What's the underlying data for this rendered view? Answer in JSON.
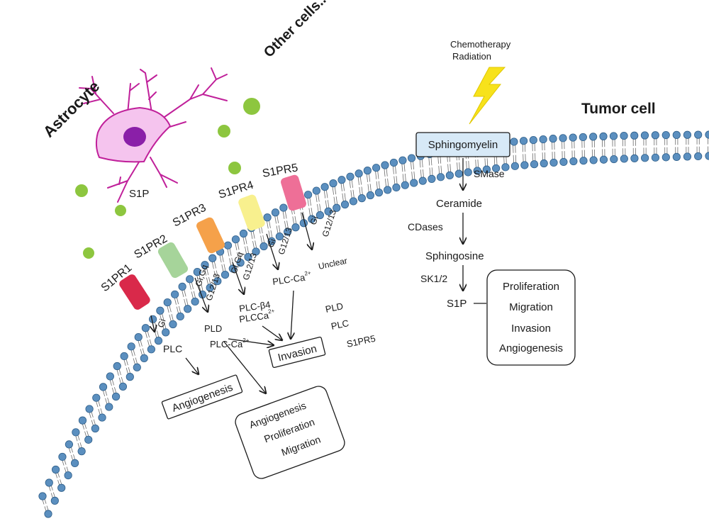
{
  "labels": {
    "astrocyte": "Astrocyte",
    "other_cells": "Other cells...",
    "tumor_cell": "Tumor cell",
    "s1p_ligand": "S1P",
    "chemo": "Chemotherapy",
    "radiation": "Radiation"
  },
  "receptors": [
    {
      "name": "S1PR1",
      "color": "#d9294a"
    },
    {
      "name": "S1PR2",
      "color": "#a6d49a"
    },
    {
      "name": "S1PR3",
      "color": "#f5a14a"
    },
    {
      "name": "S1PR4",
      "color": "#f8f08e"
    },
    {
      "name": "S1PR5",
      "color": "#ee6f97"
    }
  ],
  "signaling": {
    "r1_g": "Gi",
    "r1_effector": "PLC",
    "r2_g1": "Gi,Gq",
    "r2_g2": "G12/13",
    "r2_e1": "PLD",
    "r2_e2": "PLC-Ca",
    "r3_g1": "Gi,Gq",
    "r3_g2": "G12/13",
    "r3_e1": "PLC-β4",
    "r3_e2": "PLCCa",
    "r4_g1": "Gi",
    "r4_g2": "G12/13",
    "r4_e1": "PLC-Ca",
    "r5_g1": "Gi",
    "r5_g2": "G12/13",
    "r5_e1": "Unclear",
    "ca_sup": "2+",
    "side1": "PLD",
    "side2": "PLC",
    "side3": "S1PR5"
  },
  "outcomes": {
    "angiogenesis": "Angiogenesis",
    "invasion": "Invasion",
    "big_box": [
      "Angiogenesis",
      "Proliferation",
      "Migration"
    ]
  },
  "pathway": {
    "sphingomyelin": "Sphingomyelin",
    "smase": "SMase",
    "ceramide": "Ceramide",
    "cdases": "CDases",
    "sphingosine": "Sphingosine",
    "sk": "SK1/2",
    "s1p": "S1P",
    "effects": [
      "Proliferation",
      "Migration",
      "Invasion",
      "Angiogenesis"
    ]
  },
  "colors": {
    "lipid_head": "#5b8fbf",
    "lipid_stroke": "#2f5f8a",
    "s1p_dot": "#8dc63f",
    "astrocyte_fill": "#f5c4ee",
    "astrocyte_edge": "#c0209a",
    "nucleus": "#8a1fa8",
    "bolt": "#f7e21b",
    "sphingomyelin_fill": "#d7e9f7"
  }
}
